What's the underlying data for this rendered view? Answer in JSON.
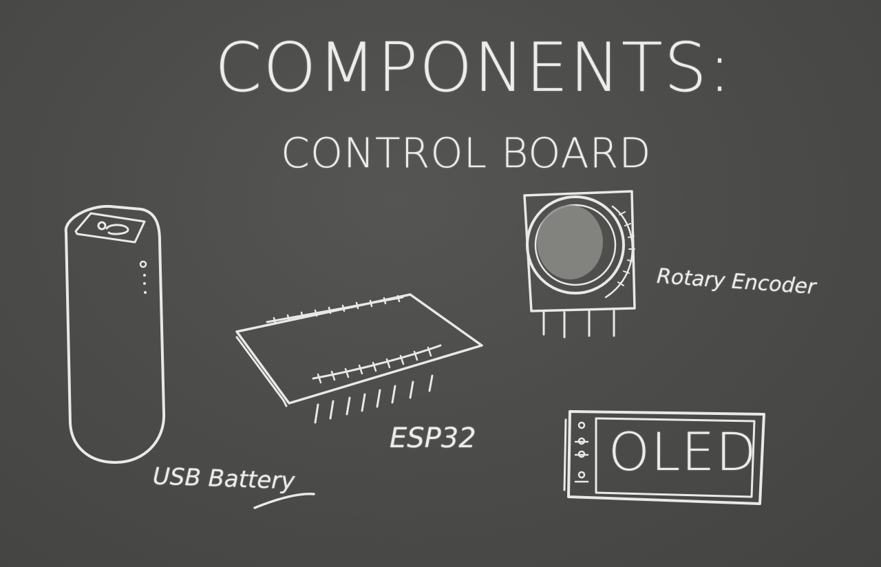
{
  "board": {
    "title_line1": "COMPONENTS:",
    "title_line2": "CONTROL BOARD"
  },
  "components": {
    "battery": {
      "label": "USB Battery"
    },
    "esp32": {
      "label": "ESP32"
    },
    "rotary_encoder": {
      "label": "Rotary Encoder"
    },
    "oled": {
      "screen_text": "OLED"
    }
  },
  "colors": {
    "chalkboard": "#4a4a48",
    "chalk": "#e9e9e9"
  }
}
